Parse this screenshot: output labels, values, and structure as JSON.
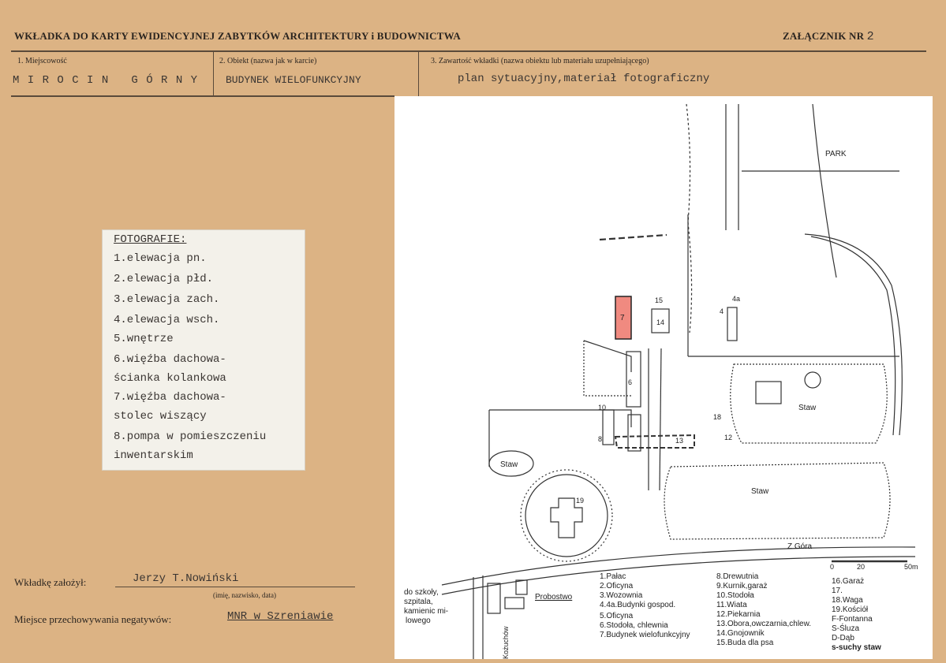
{
  "header": {
    "title": "WKŁADKA DO KARTY EWIDENCYJNEJ ZABYTKÓW ARCHITEKTURY i BUDOWNICTWA",
    "attachment_label": "ZAŁĄCZNIK NR",
    "attachment_no": "2"
  },
  "fields": {
    "f1_label": "1. Miejscowość",
    "f1_value": "M I R O C I N   G Ó R N Y",
    "f2_label": "2. Obiekt (nazwa jak w karcie)",
    "f2_value": "BUDYNEK WIELOFUNKCYJNY",
    "f3_label": "3. Zawartość wkładki (nazwa obiektu lub materiału uzupełniającego)",
    "f3_value": "plan sytuacyjny,materiał fotograficzny"
  },
  "photos": {
    "heading": "FOTOGRAFIE:",
    "lines": [
      "1.elewacja pn.",
      "2.elewacja płd.",
      "3.elewacja zach.",
      "4.elewacja wsch.",
      "5.wnętrze",
      "6.więźba dachowa-",
      " ścianka kolankowa",
      "7.więźba dachowa-",
      " stolec wiszący",
      "8.pompa w pomieszczeniu",
      " inwentarskim"
    ]
  },
  "footer": {
    "author_label": "Wkładkę założył:",
    "author_value": "Jerzy T.Nowiński",
    "author_hint": "(imię, nazwisko, data)",
    "storage_label": "Miejsce przechowywania negatywów:",
    "storage_value": "MNR w Szreniawie"
  },
  "map": {
    "labels": {
      "park": "PARK",
      "staw": "Staw",
      "road": "Z Góra",
      "probostwo": "Probostwo",
      "kozuchow": "Kożuchów",
      "to_school": "do szkoły,",
      "to_school2": "szpitala,",
      "to_school3": "kamienic mi-",
      "to_school4": "lowego",
      "scale_0": "0",
      "scale_20": "20",
      "scale_50": "50m"
    },
    "legend_col1": [
      "1.Pałac",
      "2.Oficyna",
      "3.Wozownia",
      "4.4a.Budynki gospod.",
      "5.Oficyna",
      "6.Stodoła, chlewnia",
      "7.Budynek wielofunkcyjny"
    ],
    "legend_col2": [
      "8.Drewutnia",
      "9.Kurnik,garaż",
      "10.Stodoła",
      "11.Wiata",
      "12.Piekarnia",
      "13.Obora,owczarnia,chlew.",
      "14.Gnojownik",
      "15.Buda dla psa"
    ],
    "legend_col3": [
      "16.Garaż",
      "17.",
      "18.Waga",
      "19.Kościół",
      "F-Fontanna",
      "S-Śluza",
      "D-Dąb",
      "s-suchy staw"
    ],
    "highlight_color": "#f08a80"
  }
}
